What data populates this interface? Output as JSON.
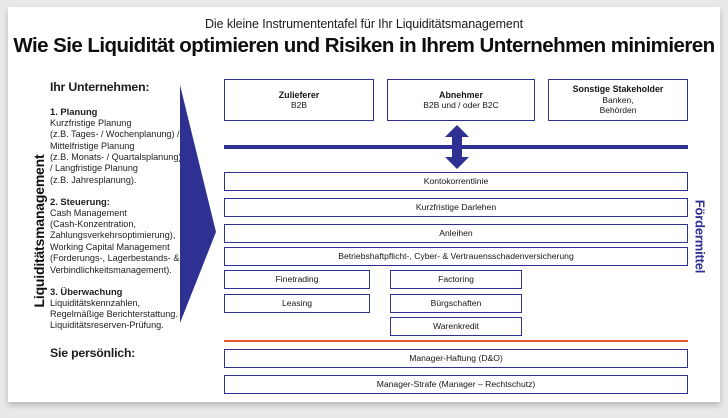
{
  "header": {
    "subtitle": "Die kleine Instrumententafel für Ihr Liquiditätsmanagement",
    "title": "Wie Sie Liquidität optimieren und Risiken in Ihrem Unternehmen minimieren"
  },
  "colors": {
    "brand_blue": "#2e3192",
    "accent_orange": "#e8542b",
    "card_background": "#ffffff",
    "page_background": "#e9e9ea",
    "text": "#161616"
  },
  "side_labels": {
    "left": "Liquiditätsmanagement",
    "right": "Fördermittel"
  },
  "left_column": {
    "heading": "Ihr Unternehmen:",
    "sections": [
      {
        "title": "1. Planung",
        "lines": [
          "Kurzfristige Planung",
          "(z.B. Tages- / Wochenplanung) /",
          "Mittelfristige Planung",
          "(z.B. Monats- / Quartalsplanung)",
          "/ Langfristige Planung",
          "(z.B. Jahresplanung)."
        ]
      },
      {
        "title": "2. Steuerung:",
        "lines": [
          "Cash Management",
          "(Cash-Konzentration,",
          "Zahlungsverkehrsoptimierung),",
          "Working Capital Management",
          "(Forderungs-, Lagerbestands- &",
          "Verbindlichkeitsmanagement)."
        ]
      },
      {
        "title": "3. Überwachung",
        "lines": [
          "Liquiditätskennzahlen,",
          "Regelmäßige Berichterstattung.",
          "Liquiditätsreserven-Prüfung."
        ]
      }
    ],
    "footer_heading": "Sie persönlich:"
  },
  "stakeholders": [
    {
      "title": "Zulieferer",
      "subtitle": "B2B"
    },
    {
      "title": "Abnehmer",
      "subtitle": "B2B und / oder B2C"
    },
    {
      "title": "Sonstige Stakeholder",
      "subtitle": "Banken,\nBehörden"
    }
  ],
  "instruments": {
    "full_width": [
      "Kontokorrentlinie",
      "Kurzfristige Darlehen",
      "Anleihen",
      "Betriebshaftpflicht-, Cyber- & Vertrauensschadenversicherung"
    ],
    "left_column": [
      "Finetrading",
      "Leasing"
    ],
    "middle_column": [
      "Factoring",
      "Bürgschaften",
      "Warenkredit"
    ]
  },
  "personal": [
    "Manager-Haftung (D&O)",
    "Manager-Strafe (Manager – Rechtschutz)"
  ]
}
